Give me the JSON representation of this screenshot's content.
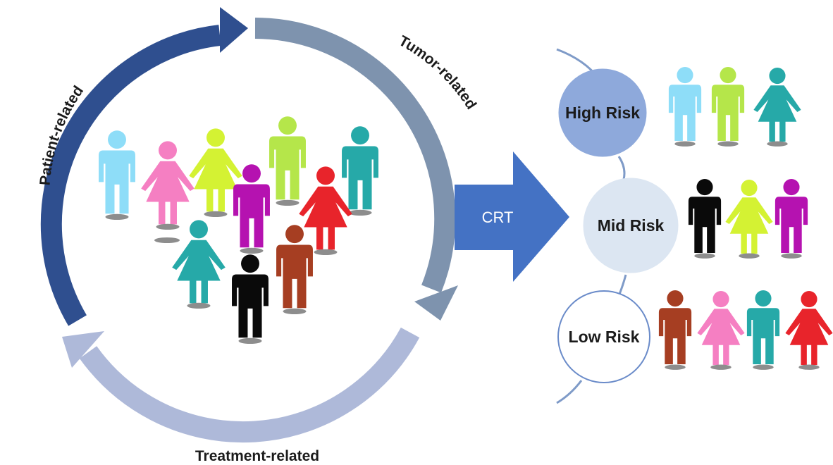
{
  "cycle": {
    "patient_label": "Patient-related",
    "tumor_label": "Tumor-related",
    "treatment_label": "Treatment-related",
    "colors": {
      "patient": "#2F4F8F",
      "tumor": "#7E93AE",
      "treatment": "#AEB9D9"
    }
  },
  "arrow": {
    "label": "CRT",
    "color": "#4472C4"
  },
  "risk_groups": [
    {
      "label": "High Risk",
      "fill": "#8EA9DB",
      "stroke": "#8EA9DB",
      "people": [
        {
          "color": "#8EDDF8",
          "sex": "m"
        },
        {
          "color": "#B5E64A",
          "sex": "m"
        },
        {
          "color": "#26A9A8",
          "sex": "f"
        }
      ]
    },
    {
      "label": "Mid Risk",
      "fill": "#DCE6F2",
      "stroke": "#DCE6F2",
      "people": [
        {
          "color": "#0A0A0A",
          "sex": "m"
        },
        {
          "color": "#D4F233",
          "sex": "f"
        },
        {
          "color": "#B512B0",
          "sex": "m"
        }
      ]
    },
    {
      "label": "Low Risk",
      "fill": "#FFFFFF",
      "stroke": "#6A8BC9",
      "people": [
        {
          "color": "#A63E22",
          "sex": "m"
        },
        {
          "color": "#F57FC2",
          "sex": "f"
        },
        {
          "color": "#26A9A8",
          "sex": "m"
        },
        {
          "color": "#E8242B",
          "sex": "f"
        }
      ]
    }
  ],
  "crowd": [
    {
      "color": "#8EDDF8",
      "sex": "m"
    },
    {
      "color": "#F57FC2",
      "sex": "f"
    },
    {
      "color": "#D4F233",
      "sex": "f"
    },
    {
      "color": "#B5E64A",
      "sex": "m"
    },
    {
      "color": "#26A9A8",
      "sex": "m"
    },
    {
      "color": "#B512B0",
      "sex": "m"
    },
    {
      "color": "#E8242B",
      "sex": "f"
    },
    {
      "color": "#26A9A8",
      "sex": "f"
    },
    {
      "color": "#A63E22",
      "sex": "m"
    },
    {
      "color": "#0A0A0A",
      "sex": "m"
    }
  ]
}
